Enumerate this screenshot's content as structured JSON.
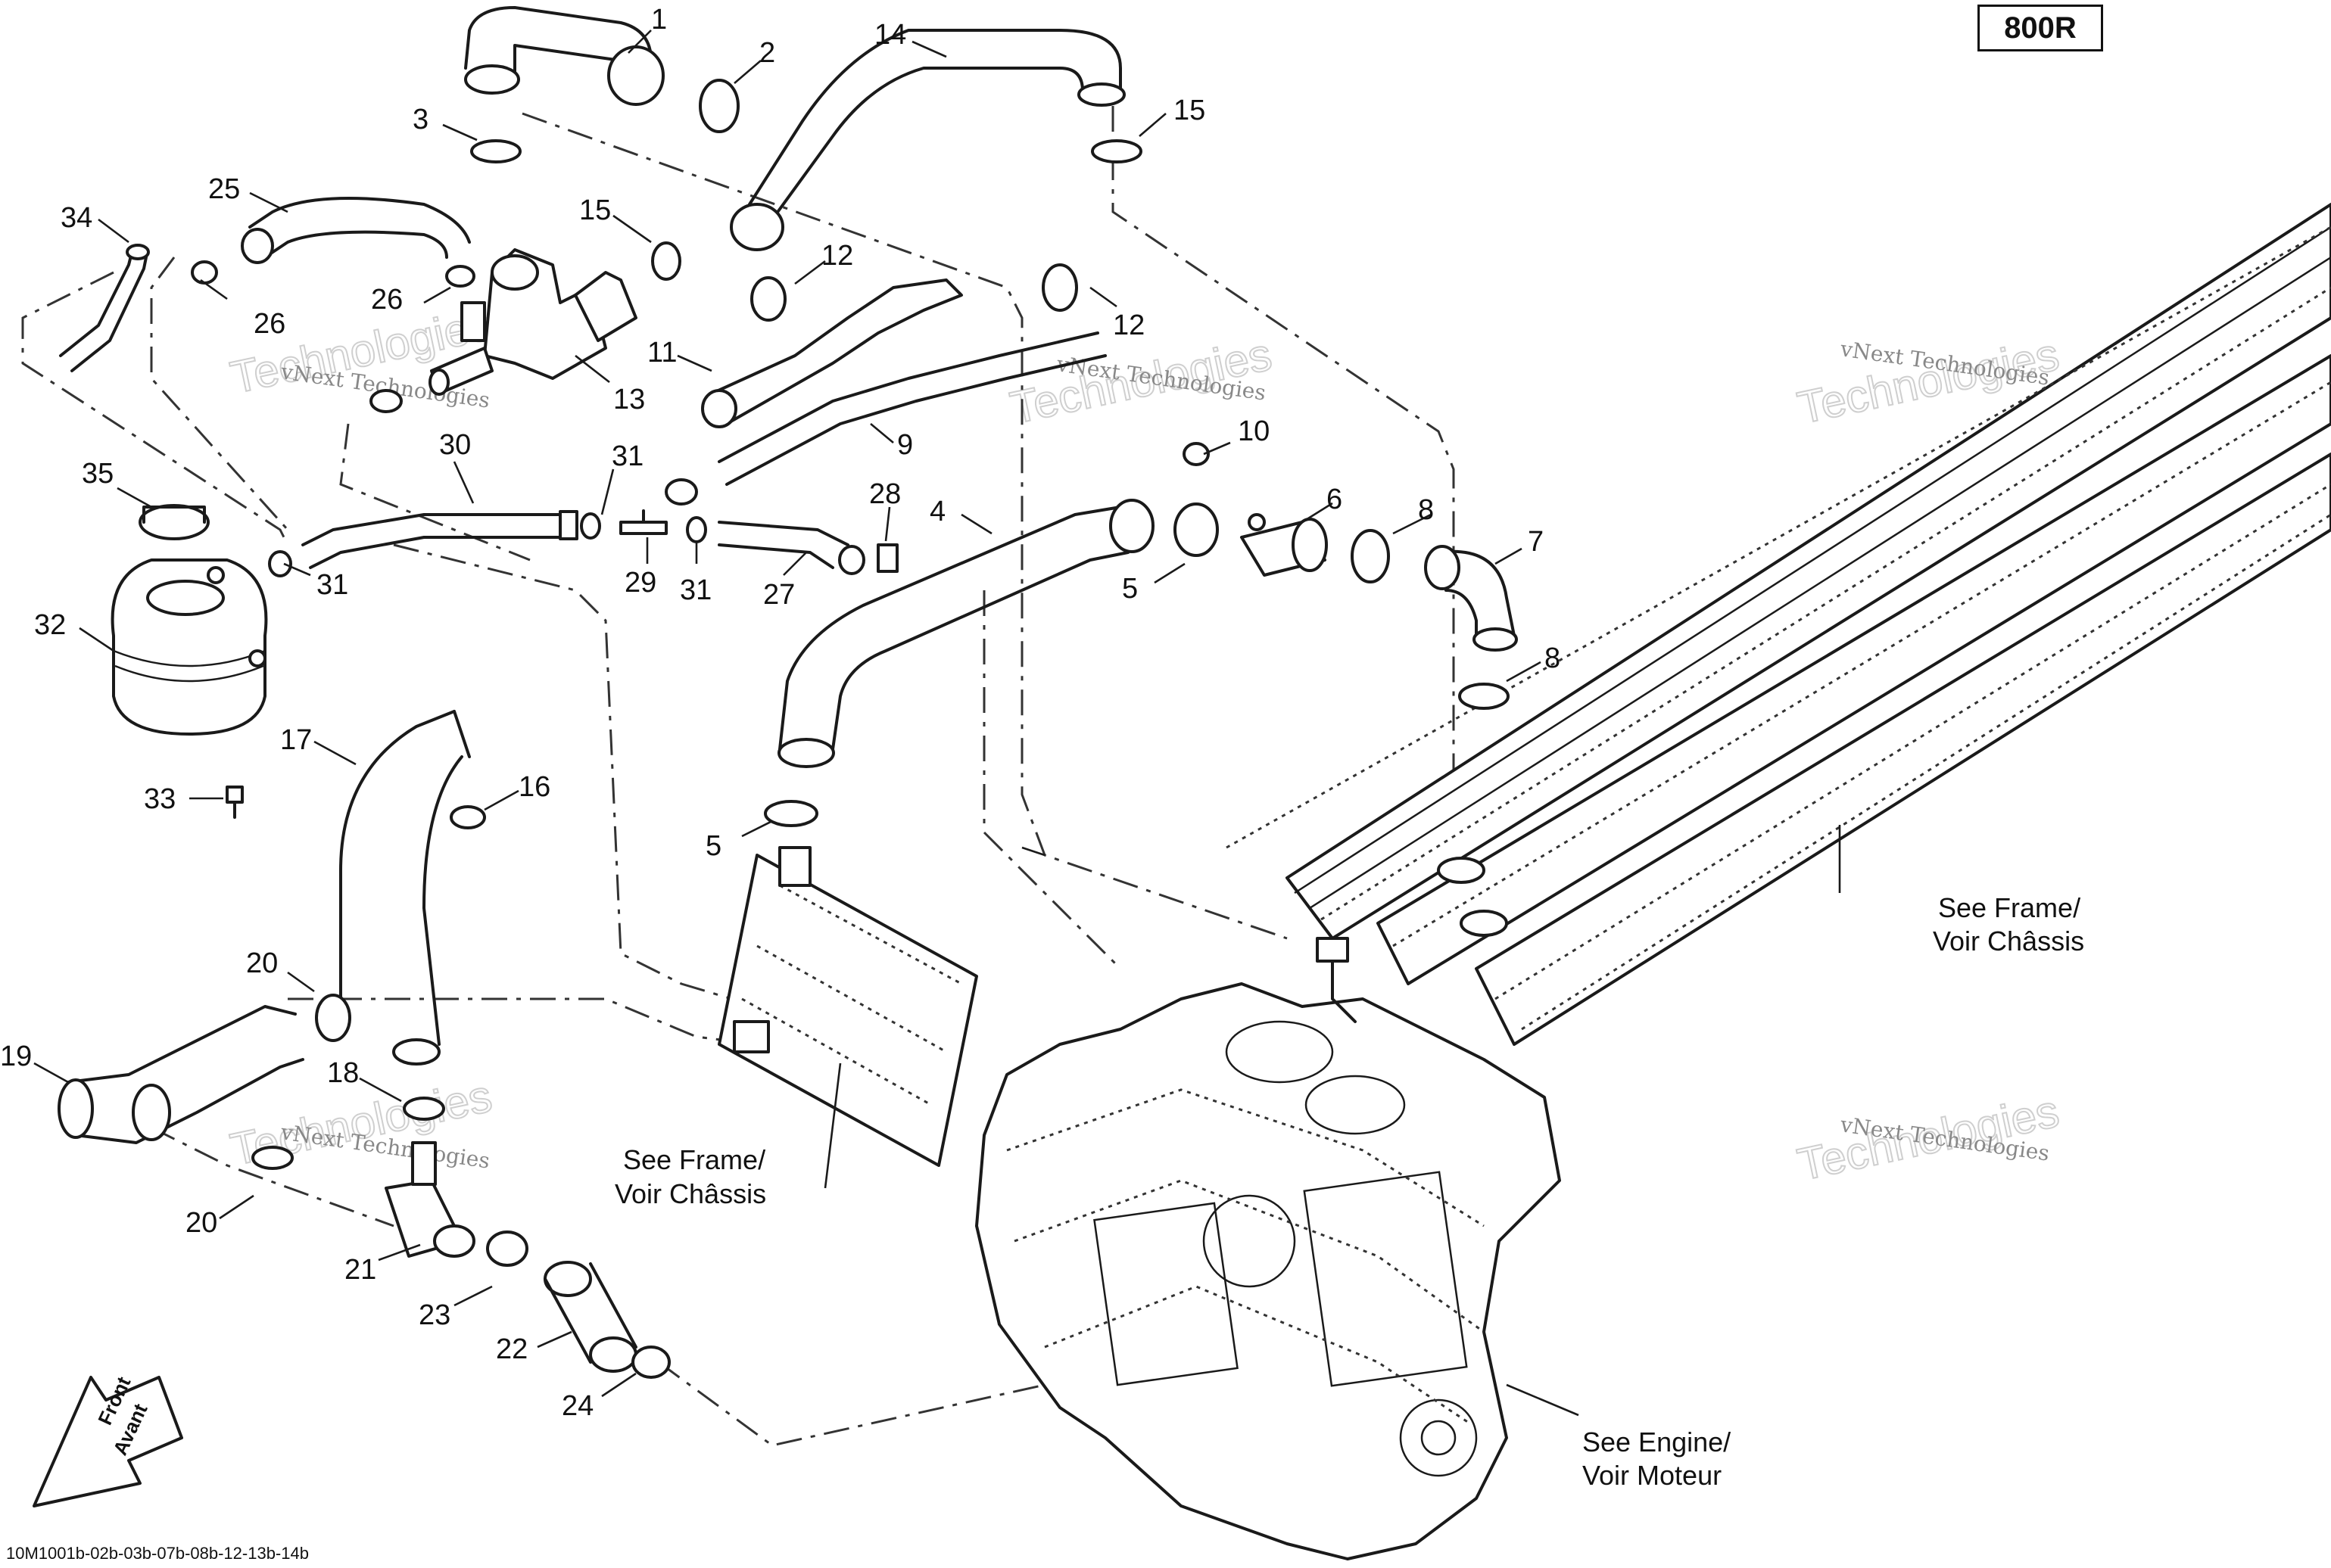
{
  "badge": "800R",
  "document_id": "10M1001b-02b-03b-07b-08b-12-13b-14b",
  "watermark": {
    "line1": "vNext Technologies",
    "line2": "Technologies"
  },
  "notes": {
    "frame_right_1": "See Frame/",
    "frame_right_2": "Voir Châssis",
    "frame_center_1": "See Frame/",
    "frame_center_2": "Voir Châssis",
    "engine_1": "See Engine/",
    "engine_2": "Voir Moteur"
  },
  "front_arrow": {
    "line1": "Front",
    "line2": "Avant"
  },
  "callouts": [
    {
      "number": "1"
    },
    {
      "number": "2"
    },
    {
      "number": "3"
    },
    {
      "number": "14"
    },
    {
      "number": "15"
    },
    {
      "number": "25"
    },
    {
      "number": "34"
    },
    {
      "number": "15"
    },
    {
      "number": "12"
    },
    {
      "number": "26"
    },
    {
      "number": "26"
    },
    {
      "number": "12"
    },
    {
      "number": "11"
    },
    {
      "number": "13"
    },
    {
      "number": "9"
    },
    {
      "number": "10"
    },
    {
      "number": "30"
    },
    {
      "number": "31"
    },
    {
      "number": "35"
    },
    {
      "number": "28"
    },
    {
      "number": "4"
    },
    {
      "number": "6"
    },
    {
      "number": "8"
    },
    {
      "number": "7"
    },
    {
      "number": "29"
    },
    {
      "number": "31"
    },
    {
      "number": "27"
    },
    {
      "number": "31"
    },
    {
      "number": "5"
    },
    {
      "number": "32"
    },
    {
      "number": "8"
    },
    {
      "number": "17"
    },
    {
      "number": "16"
    },
    {
      "number": "33"
    },
    {
      "number": "5"
    },
    {
      "number": "20"
    },
    {
      "number": "19"
    },
    {
      "number": "18"
    },
    {
      "number": "20"
    },
    {
      "number": "21"
    },
    {
      "number": "23"
    },
    {
      "number": "22"
    },
    {
      "number": "24"
    }
  ]
}
